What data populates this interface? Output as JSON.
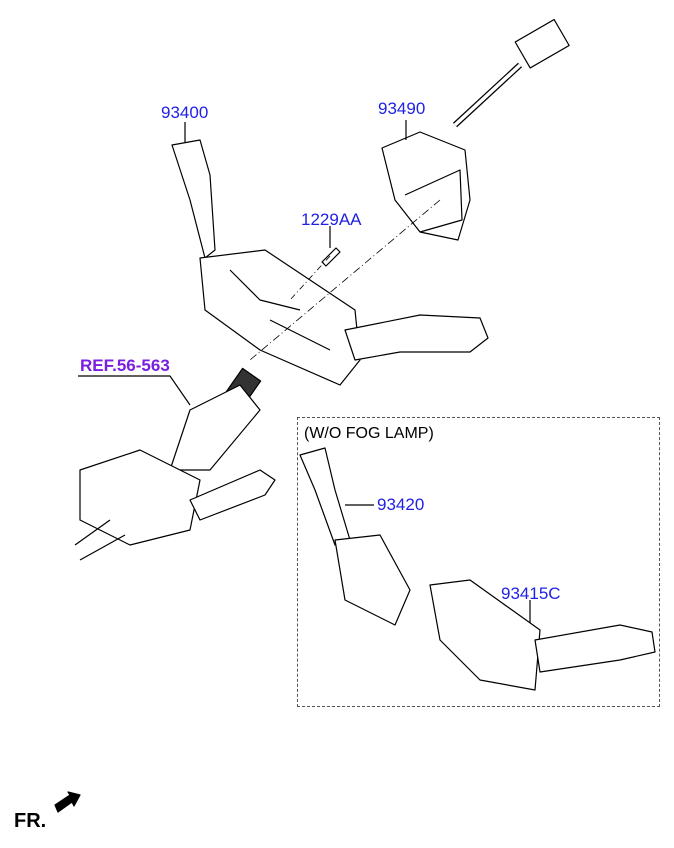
{
  "labels": {
    "p93400": "93400",
    "p93490": "93490",
    "p1229AA": "1229AA",
    "ref": "REF.56-563",
    "p93420": "93420",
    "p93415C": "93415C"
  },
  "option_box": {
    "title": "(W/O FOG LAMP)"
  },
  "direction": {
    "label": "FR."
  },
  "colors": {
    "part_label": "#1f1fe6",
    "ref_label": "#7a1fe0"
  }
}
